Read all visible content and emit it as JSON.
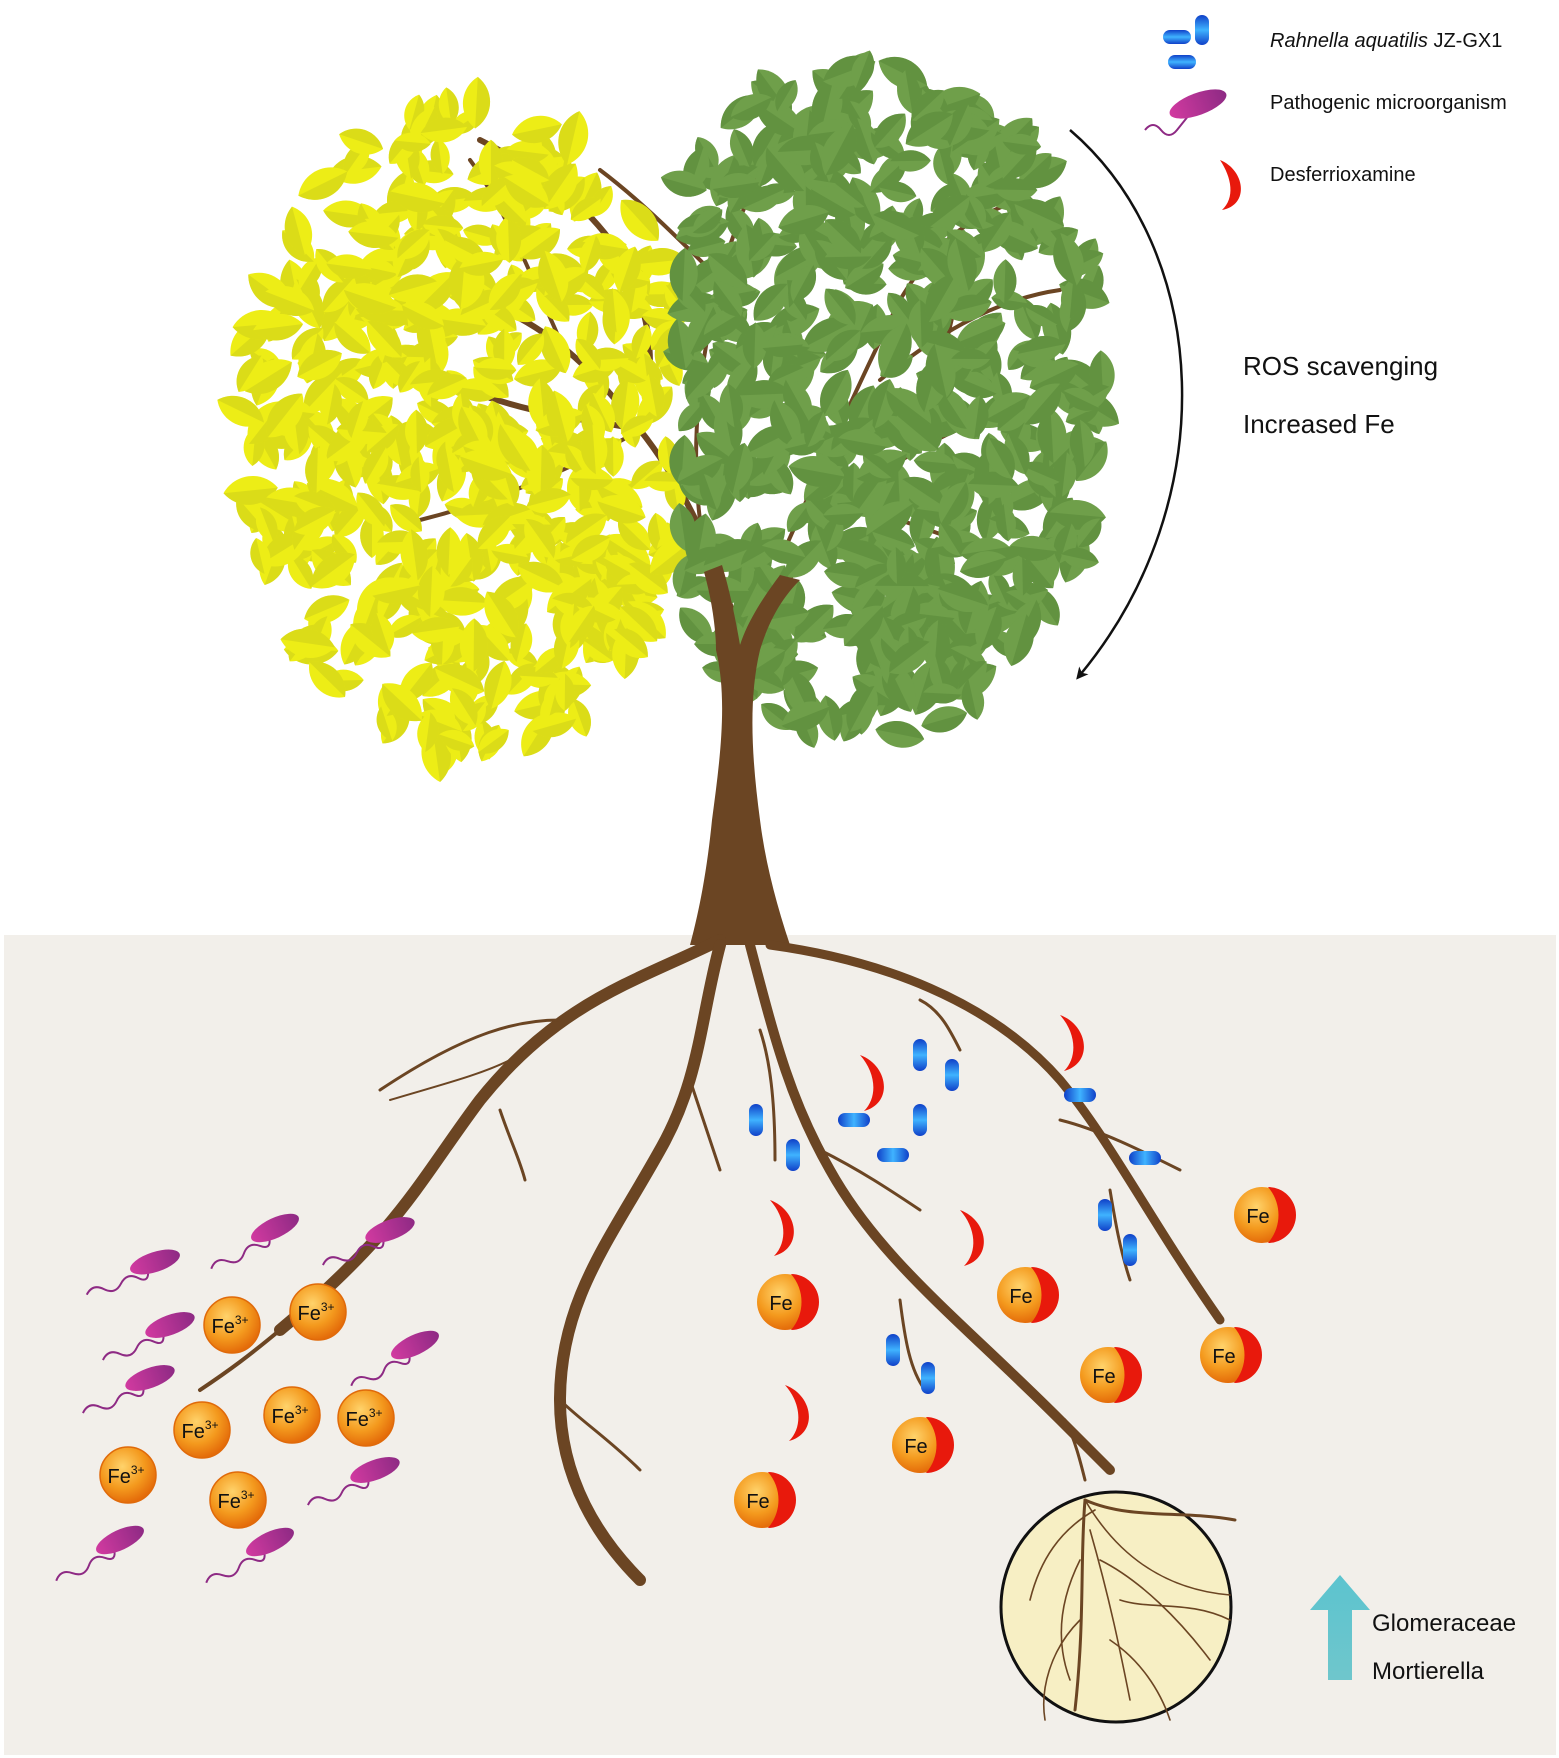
{
  "legend": {
    "bacterium_species": "Rahnella aquatilis",
    "bacterium_strain": "JZ-GX1",
    "pathogen": "Pathogenic microorganism",
    "siderophore": "Desferrioxamine"
  },
  "annotations": {
    "process_line1": "ROS scavenging",
    "process_line2": "Increased Fe"
  },
  "microbes": {
    "family1": "Glomeraceae",
    "family2": "Mortierella"
  },
  "iron": {
    "ferric_label": "Fe",
    "ferric_charge": "3+",
    "chelated_label": "Fe"
  },
  "colors": {
    "healthy_leaf": "#6f9f4a",
    "chlorotic_leaf": "#eded16",
    "bark": "#6b4523",
    "soil": "#f2efea",
    "bacterium": "#1f5fe0",
    "pathogen": "#b0308e",
    "siderophore": "#e8190c",
    "iron_ball": "#f08a18",
    "rhizosphere_zone": "#f7efc4",
    "increase_arrow": "#62c2cc"
  },
  "icons": [
    "bacterium-icon",
    "pathogen-icon",
    "siderophore-icon",
    "curved-arrow-icon",
    "up-arrow-icon"
  ]
}
